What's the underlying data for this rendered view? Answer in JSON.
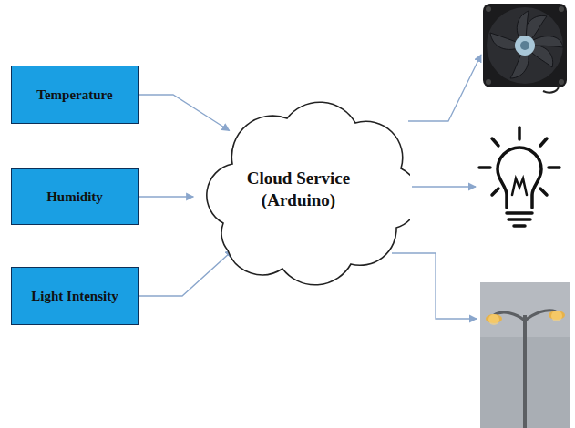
{
  "diagram": {
    "nodes": [
      {
        "text": [
          "Temperature"
        ]
      },
      {
        "text": [
          "Humidity"
        ]
      },
      {
        "text": [
          "Light Intensity"
        ]
      },
      {
        "text": [
          "Cloud Service (Arduino)"
        ]
      }
    ],
    "edges": [
      {
        "from": 0,
        "to": 3,
        "arrow": "to"
      },
      {
        "from": 1,
        "to": 3,
        "arrow": "to"
      },
      {
        "from": 2,
        "to": 3,
        "arrow": "to"
      }
    ]
  }
}
